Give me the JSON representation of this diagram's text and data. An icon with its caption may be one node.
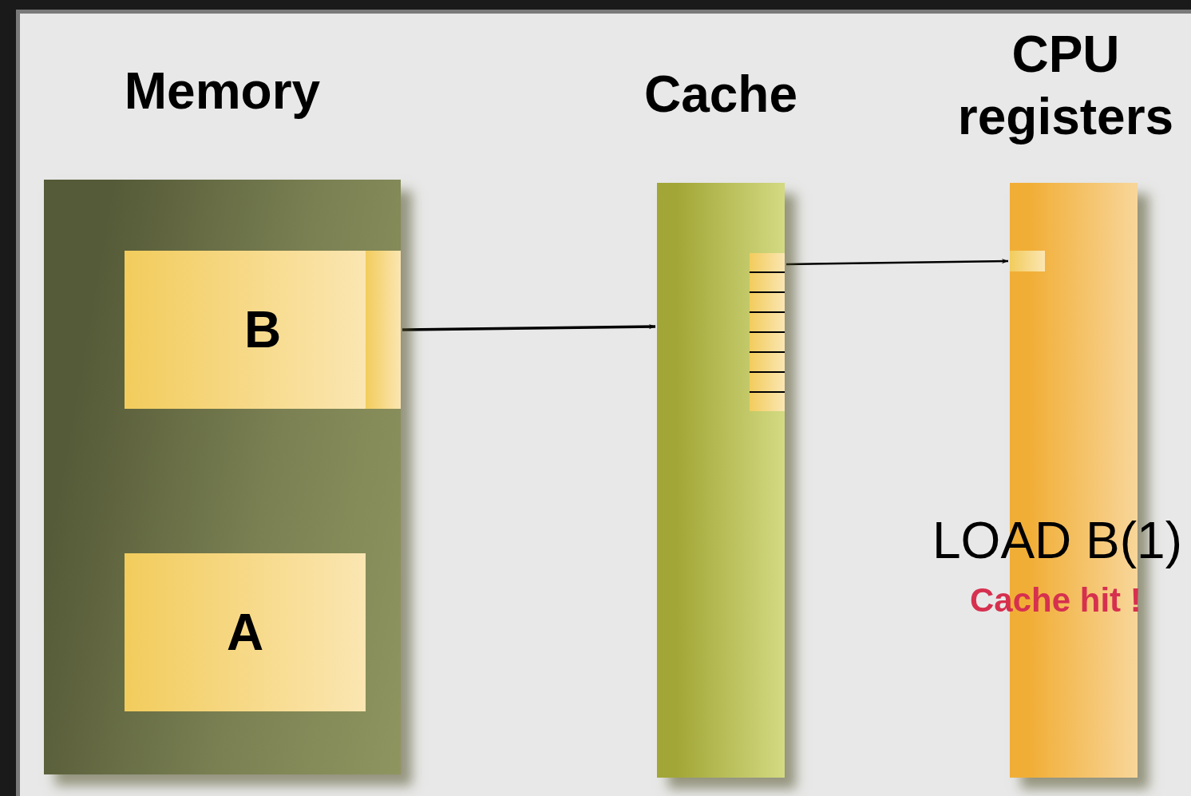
{
  "diagram": {
    "nodes": [
      {
        "text": [
          "Memory"
        ]
      },
      {
        "text": [
          "B"
        ],
        "in": 0
      },
      {
        "text": [
          "A"
        ],
        "in": 0
      },
      {
        "text": [
          "Cache"
        ]
      },
      {
        "text": [],
        "shape": "box",
        "in": 3
      },
      {
        "text": [
          "CPU registers"
        ]
      },
      {
        "text": [],
        "shape": "box",
        "in": 5
      }
    ],
    "edges": [
      {
        "from": 1,
        "to": 3,
        "arrow": "to"
      },
      {
        "from": 4,
        "to": 6,
        "arrow": "to"
      }
    ],
    "labels": [
      "LOAD B(1)",
      "Cache hit !"
    ]
  }
}
